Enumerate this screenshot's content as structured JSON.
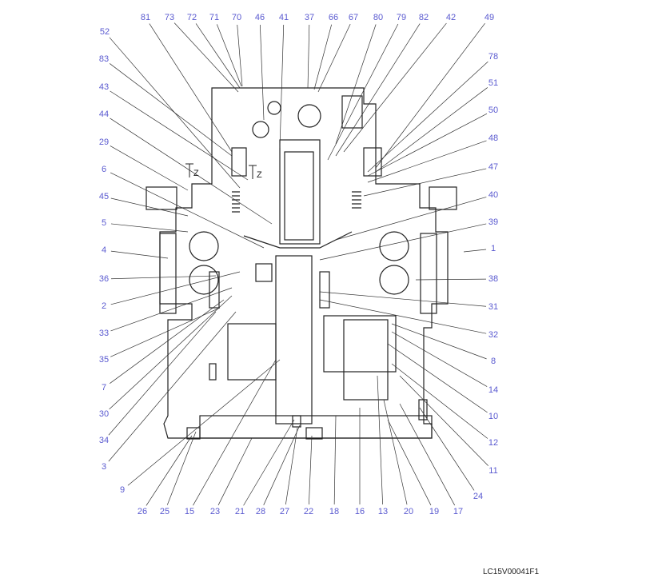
{
  "diagram": {
    "callouts_top": [
      "81",
      "73",
      "72",
      "71",
      "70",
      "46",
      "41",
      "37",
      "66",
      "67",
      "80",
      "79",
      "82",
      "42",
      "49"
    ],
    "callouts_left": [
      "52",
      "83",
      "43",
      "44",
      "29",
      "6",
      "45",
      "5",
      "4",
      "36",
      "2",
      "33",
      "35",
      "7",
      "30",
      "34",
      "3",
      "9"
    ],
    "callouts_right": [
      "78",
      "51",
      "50",
      "48",
      "47",
      "40",
      "39",
      "1",
      "38",
      "31",
      "32",
      "8",
      "14",
      "10",
      "12",
      "11",
      "24"
    ],
    "callouts_bottom": [
      "26",
      "25",
      "15",
      "23",
      "21",
      "28",
      "27",
      "22",
      "18",
      "16",
      "13",
      "20",
      "19",
      "17"
    ],
    "section_marks": [
      "Z",
      "Z"
    ],
    "drawing_code": "LC15V00041F1",
    "label_color": "#5a5ad0",
    "line_color": "#222222"
  }
}
